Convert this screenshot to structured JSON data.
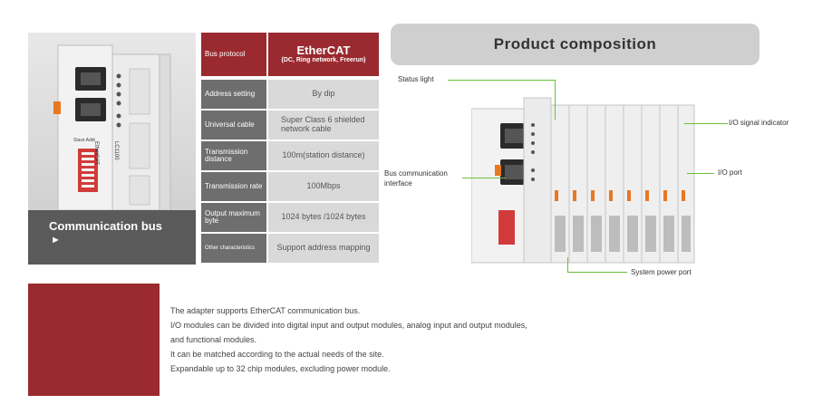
{
  "left_panel": {
    "title": "Communication bus",
    "arrow": "►",
    "device_labels": {
      "model": "LC1100",
      "brand": "EtherCAT",
      "slave_addr": "Slave Addr"
    }
  },
  "spec_table": {
    "bus_protocol": {
      "label": "Bus protocol",
      "value": "EtherCAT",
      "sub": "(DC, Ring network, Freerun)"
    },
    "rows": [
      {
        "label": "Address setting",
        "value": "By dip"
      },
      {
        "label": "Universal cable",
        "value": "Super Class 6 shielded network cable"
      },
      {
        "label": "Transmission distance",
        "value": "100m(station distance)"
      },
      {
        "label": "Transmission rate",
        "value": "100Mbps"
      },
      {
        "label": "Output maximum byte",
        "value": "1024 bytes /1024 bytes"
      },
      {
        "label": "Other characteristics",
        "value": "Support address mapping"
      }
    ]
  },
  "composition": {
    "title": "Product composition",
    "callouts": {
      "status_light": "Status light",
      "io_signal": "I/O signal indicator",
      "bus_interface_1": "Bus communication",
      "bus_interface_2": "interface",
      "io_port": "I/O port",
      "power_port": "System power port"
    }
  },
  "description": {
    "lines": [
      "The adapter supports EtherCAT communication bus.",
      "I/O modules can be divided into digital input and output modules, analog input and output modules,",
      "and functional modules.",
      "It can be matched according to the actual needs of the site.",
      "Expandable up to 32 chip modules, excluding power module."
    ]
  },
  "colors": {
    "accent": "#9a2a2f",
    "label_bg": "#6e6e6e",
    "value_bg": "#d9d9d9",
    "callout_line": "#6abf3a"
  }
}
